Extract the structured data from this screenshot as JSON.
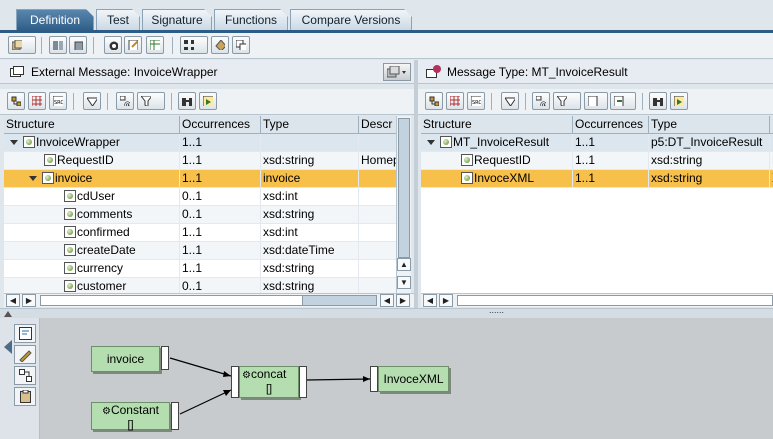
{
  "tabs": [
    {
      "label": "Definition",
      "active": true
    },
    {
      "label": "Test",
      "active": false
    },
    {
      "label": "Signature",
      "active": false
    },
    {
      "label": "Functions",
      "active": false
    },
    {
      "label": "Compare Versions",
      "active": false
    }
  ],
  "left_pane": {
    "title": "External Message: InvoiceWrapper",
    "columns": [
      "Structure",
      "Occurrences",
      "Type",
      "Descr"
    ],
    "rows": [
      {
        "name": "InvoiceWrapper",
        "occ": "1..1",
        "type": "",
        "desc": ""
      },
      {
        "name": "RequestID",
        "occ": "1..1",
        "type": "xsd:string",
        "desc": "Homep"
      },
      {
        "name": "invoice",
        "occ": "1..1",
        "type": "invoice",
        "desc": ""
      },
      {
        "name": "cdUser",
        "occ": "0..1",
        "type": "xsd:int",
        "desc": ""
      },
      {
        "name": "comments",
        "occ": "0..1",
        "type": "xsd:string",
        "desc": ""
      },
      {
        "name": "confirmed",
        "occ": "1..1",
        "type": "xsd:int",
        "desc": ""
      },
      {
        "name": "createDate",
        "occ": "1..1",
        "type": "xsd:dateTime",
        "desc": ""
      },
      {
        "name": "currency",
        "occ": "1..1",
        "type": "xsd:string",
        "desc": ""
      },
      {
        "name": "customer",
        "occ": "0..1",
        "type": "xsd:string",
        "desc": ""
      }
    ]
  },
  "right_pane": {
    "title": "Message Type: MT_InvoiceResult",
    "columns": [
      "Structure",
      "Occurrences",
      "Type",
      "I"
    ],
    "rows": [
      {
        "name": "MT_InvoiceResult",
        "occ": "1..1",
        "type": "p5:DT_InvoiceResult",
        "desc": ""
      },
      {
        "name": "RequestID",
        "occ": "1..1",
        "type": "xsd:string",
        "desc": "H"
      },
      {
        "name": "InvoceXML",
        "occ": "1..1",
        "type": "xsd:string",
        "desc": "X"
      }
    ]
  },
  "splitter_grip": "......",
  "mapping": {
    "source_block": "invoice",
    "function_block": "concat",
    "constant_block": "Constant",
    "target_block": "InvoceXML",
    "function_sub": "[]",
    "constant_sub": "[]"
  },
  "colors": {
    "selected_row": "#f7c04a",
    "active_tab": "#2d5d87",
    "block_fill": "#b5deb0"
  }
}
